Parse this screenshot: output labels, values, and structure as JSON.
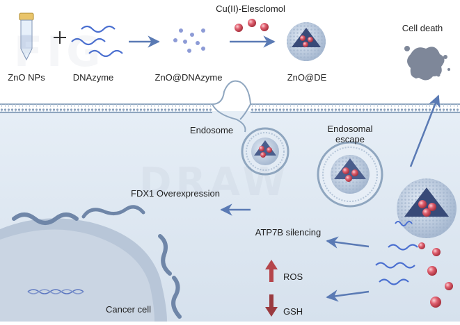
{
  "watermark": {
    "big": "FIG",
    "small": "DRAW"
  },
  "top_row": {
    "zno_nps": "ZnO NPs",
    "dnazyme": "DNAzyme",
    "zno_dnazyme": "ZnO@DNAzyme",
    "cu_elesclomol": "Cu(II)-Elesclomol",
    "zno_de": "ZnO@DE",
    "cell_death": "Cell death"
  },
  "cell": {
    "endosome": "Endosome",
    "endosomal_escape_line1": "Endosomal",
    "endosomal_escape_line2": "escape",
    "fdx1": "FDX1 Overexpression",
    "atp7b": "ATP7B silencing",
    "ros": "ROS",
    "gsh": "GSH",
    "cancer_cell": "Cancer cell"
  },
  "colors": {
    "membrane": "#8fa6bf",
    "cytoplasm": "#dde7f1",
    "nucleus": "#c4d0df",
    "arrow_blue": "#5a7ab4",
    "dna_blue": "#4a6fd0",
    "cu_red": "#d94c5c",
    "arrow_up": "#b5454b",
    "arrow_down": "#9a3a3f"
  },
  "icons": [
    "test-tube-icon",
    "plus-icon",
    "dnazyme-strand-icon",
    "nanoparticle-icon",
    "cu-elesclomol-icon",
    "liposome-icon",
    "cell-debris-icon"
  ]
}
